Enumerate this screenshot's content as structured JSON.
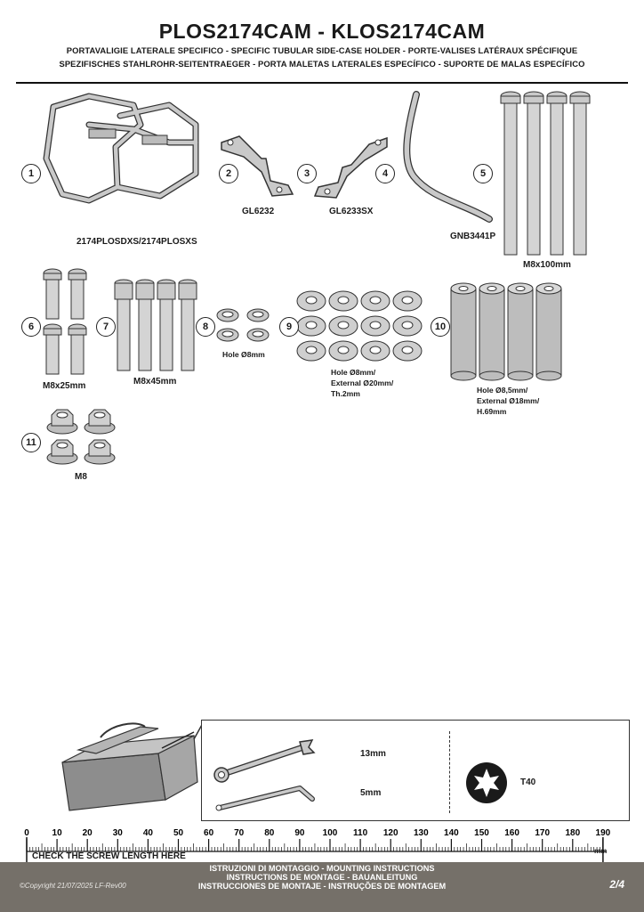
{
  "header": {
    "title": "PLOS2174CAM - KLOS2174CAM",
    "line1": "PORTAVALIGIE LATERALE SPECIFICO  -  SPECIFIC TUBULAR SIDE-CASE HOLDER  - PORTE-VALISES LATÉRAUX SPÉCIFIQUE",
    "line2": "SPEZIFISCHES STAHLROHR-SEITENTRAEGER - PORTA MALETAS LATERALES ESPECÍFICO - SUPORTE DE MALAS ESPECÍFICO"
  },
  "parts": {
    "p1": {
      "num": "1",
      "label": "2174PLOSDXS/2174PLOSXS"
    },
    "p2": {
      "num": "2",
      "label": "GL6232"
    },
    "p3": {
      "num": "3",
      "label": "GL6233SX"
    },
    "p4": {
      "num": "4"
    },
    "p5": {
      "num": "5",
      "label": "GNB3441P"
    },
    "p_bolt100": {
      "label": "M8x100mm"
    },
    "p6": {
      "num": "6",
      "label": "M8x25mm"
    },
    "p7": {
      "num": "7",
      "label": "M8x45mm"
    },
    "p8": {
      "num": "8",
      "label": "Hole Ø8mm"
    },
    "p9": {
      "num": "9",
      "label_lines": [
        "Hole Ø8mm/",
        "External Ø20mm/",
        "Th.2mm"
      ]
    },
    "p10": {
      "num": "10",
      "label_lines": [
        "Hole Ø8,5mm/",
        "External Ø18mm/",
        "H.69mm"
      ]
    },
    "p11": {
      "num": "11",
      "label": "M8"
    }
  },
  "tools": {
    "wrench_label": "13mm",
    "hexkey_label": "5mm",
    "torx_label": "T40"
  },
  "ruler": {
    "ticks": [
      "0",
      "10",
      "20",
      "30",
      "40",
      "50",
      "60",
      "70",
      "80",
      "90",
      "100",
      "110",
      "120",
      "130",
      "140",
      "150",
      "160",
      "170",
      "180",
      "190"
    ],
    "note": "CHECK THE SCREW LENGTH HERE",
    "unit": "mm"
  },
  "footer": {
    "line1": "ISTRUZIONI DI MONTAGGIO  -  MOUNTING INSTRUCTIONS",
    "line2": "INSTRUCTIONS DE MONTAGE - BAUANLEITUNG",
    "line3": "INSTRUCCIONES DE MONTAJE - INSTRUÇÕES DE MONTAGEM",
    "copyright": "©Copyright 21/07/2025 LF-Rev00",
    "page": "2/4"
  },
  "colors": {
    "footer_bg": "#757069",
    "part_fill": "#c9c9c9",
    "part_stroke": "#333333"
  }
}
